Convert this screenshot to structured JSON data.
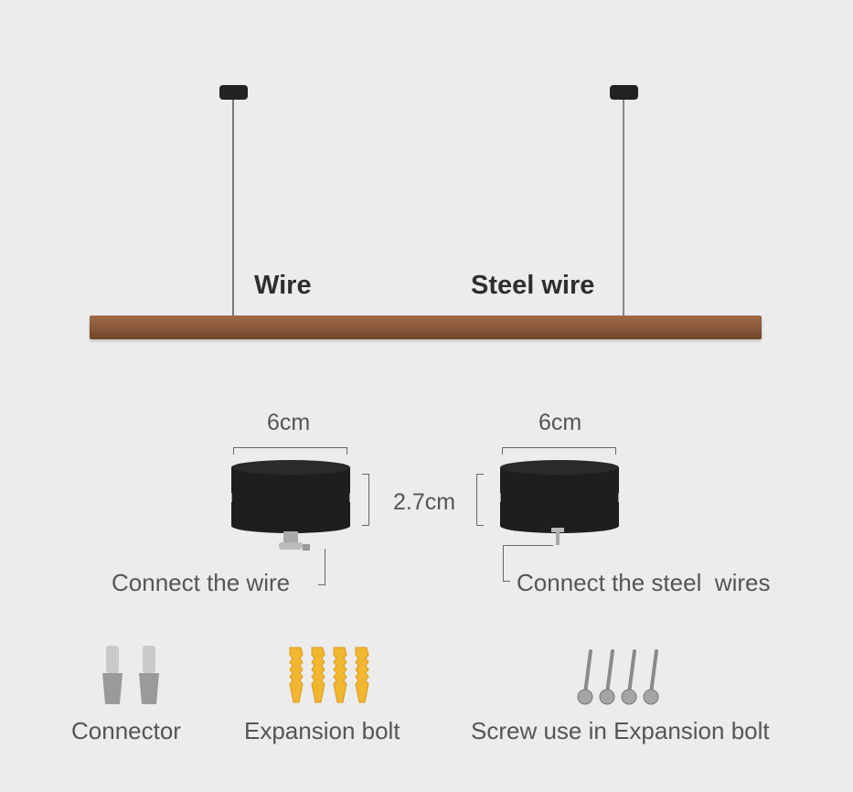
{
  "diagram": {
    "wire_label": "Wire",
    "steel_wire_label": "Steel wire",
    "canopy_width_left": "6cm",
    "canopy_width_right": "6cm",
    "canopy_height": "2.7cm",
    "connect_wire_label": "Connect the wire",
    "connect_steel_label": "Connect the steel  wires"
  },
  "accessories": [
    {
      "label": "Connector"
    },
    {
      "label": "Expansion bolt"
    },
    {
      "label": "Screw use in Expansion bolt"
    }
  ],
  "colors": {
    "background": "#ececec",
    "wood": "#8a5a3b",
    "canopy": "#1e1e1e",
    "plug": "#f2b630"
  }
}
